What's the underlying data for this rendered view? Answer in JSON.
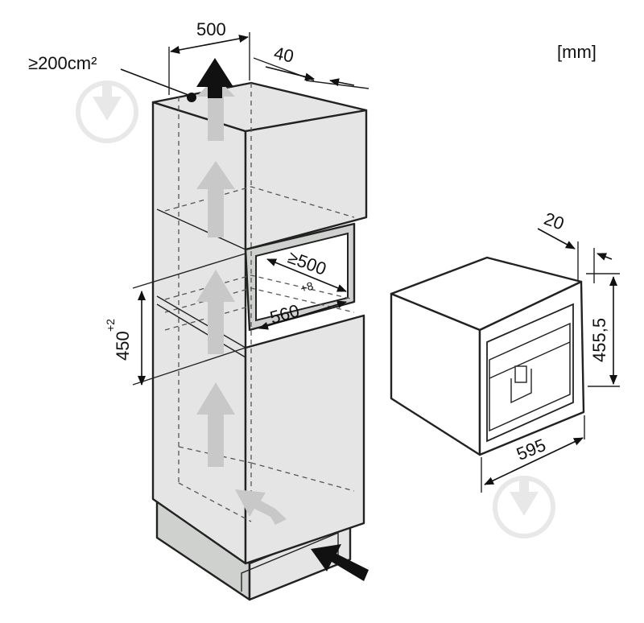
{
  "units_label": "[mm]",
  "vent_label": "≥200cm²",
  "cabinet_dims": {
    "width_top": "500",
    "rear_gap": "40",
    "niche_depth": "≥500",
    "niche_width_base": "560",
    "niche_width_tol": "+8",
    "niche_height_base": "450",
    "niche_height_tol": "+2"
  },
  "appliance_dims": {
    "front_offset": "20",
    "height": "455,5",
    "width": "595"
  },
  "colors": {
    "cabinet_fill": "#e4e5e4",
    "outline": "#222222",
    "arrow_black": "#111111",
    "arrow_gray": "#c7c8c7",
    "watermark": "#dedede"
  },
  "icons": [
    "watermark-icon",
    "airflow-arrow-icon",
    "air-intake-arrow-icon",
    "vent-arrow-icon"
  ]
}
